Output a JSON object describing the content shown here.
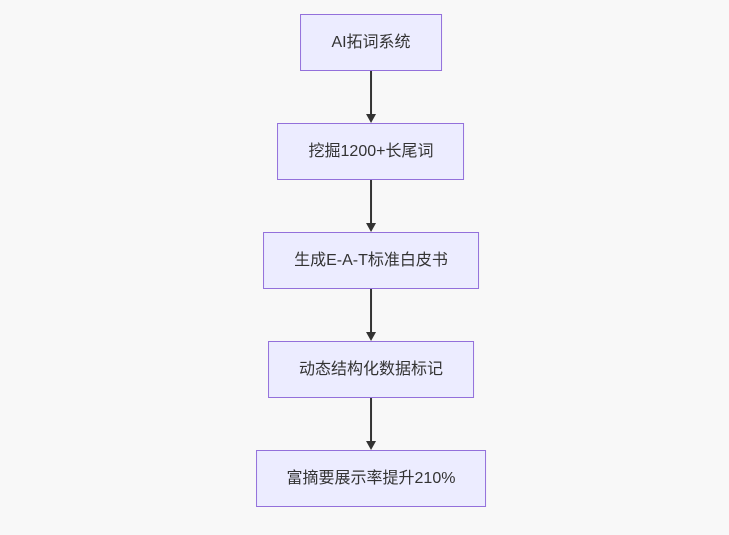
{
  "flowchart": {
    "type": "flowchart",
    "direction": "top-down",
    "nodes": [
      {
        "id": "n1",
        "label": "AI拓词系统"
      },
      {
        "id": "n2",
        "label": "挖掘1200+长尾词"
      },
      {
        "id": "n3",
        "label": "生成E-A-T标准白皮书"
      },
      {
        "id": "n4",
        "label": "动态结构化数据标记"
      },
      {
        "id": "n5",
        "label": "富摘要展示率提升210%"
      }
    ],
    "edges": [
      {
        "from": "n1",
        "to": "n2"
      },
      {
        "from": "n2",
        "to": "n3"
      },
      {
        "from": "n3",
        "to": "n4"
      },
      {
        "from": "n4",
        "to": "n5"
      }
    ],
    "colors": {
      "background": "#f8f8f8",
      "node_fill": "#ECECFF",
      "node_border": "#9370DB",
      "edge": "#333333",
      "text": "#333333"
    }
  }
}
